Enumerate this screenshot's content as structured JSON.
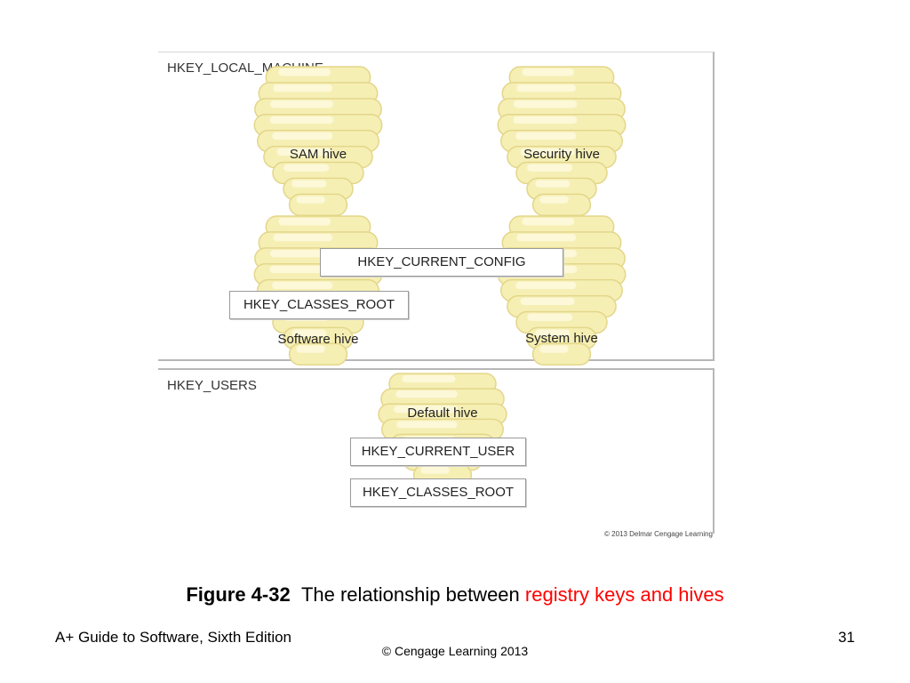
{
  "diagram": {
    "colors": {
      "hive_fill": "#f6efb4",
      "hive_light": "#fcf8d8",
      "hive_shade": "#e3d68a"
    },
    "top_panel": {
      "title": "HKEY_LOCAL_MACHINE",
      "hives": {
        "sam": "SAM hive",
        "security": "Security hive",
        "software": "Software hive",
        "system": "System hive"
      },
      "keys": {
        "current_config": "HKEY_CURRENT_CONFIG",
        "classes_root": "HKEY_CLASSES_ROOT"
      }
    },
    "bottom_panel": {
      "title": "HKEY_USERS",
      "hives": {
        "default": "Default hive"
      },
      "keys": {
        "current_user": "HKEY_CURRENT_USER",
        "classes_root": "HKEY_CLASSES_ROOT"
      }
    },
    "credit": "© 2013 Delmar Cengage Learning"
  },
  "caption": {
    "figure": "Figure 4-32",
    "text": "The relationship between ",
    "highlight": "registry keys and hives"
  },
  "footer": {
    "book": "A+ Guide to Software, Sixth Edition",
    "page": "31",
    "copyright": "© Cengage Learning  2013"
  }
}
